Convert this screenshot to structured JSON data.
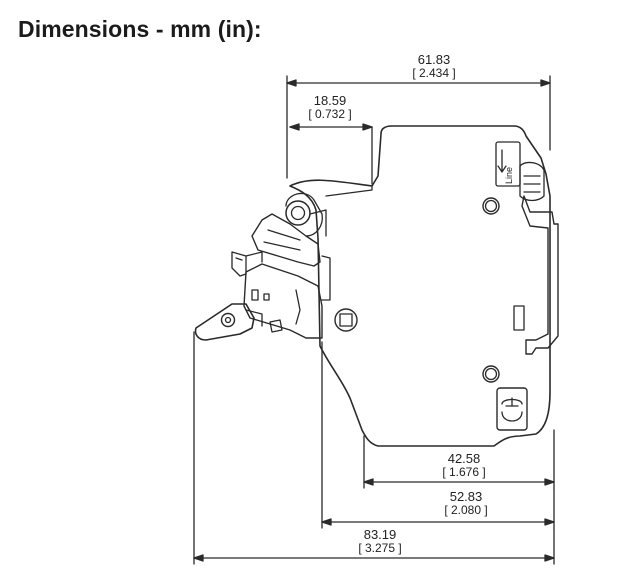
{
  "title": "Dimensions - mm (in):",
  "dimensions": {
    "overall_height": {
      "mm": "61.83",
      "in": "[ 2.434 ]"
    },
    "top_offset": {
      "mm": "18.59",
      "in": "[ 0.732 ]"
    },
    "body_width": {
      "mm": "42.58",
      "in": "[ 1.676 ]"
    },
    "depth_to_face": {
      "mm": "52.83",
      "in": "[ 2.080 ]"
    },
    "overall_width": {
      "mm": "83.19",
      "in": "[ 3.275 ]"
    }
  },
  "device_label": "Line",
  "colors": {
    "line": "#2a2a2a",
    "text": "#222222",
    "background": "#ffffff"
  }
}
